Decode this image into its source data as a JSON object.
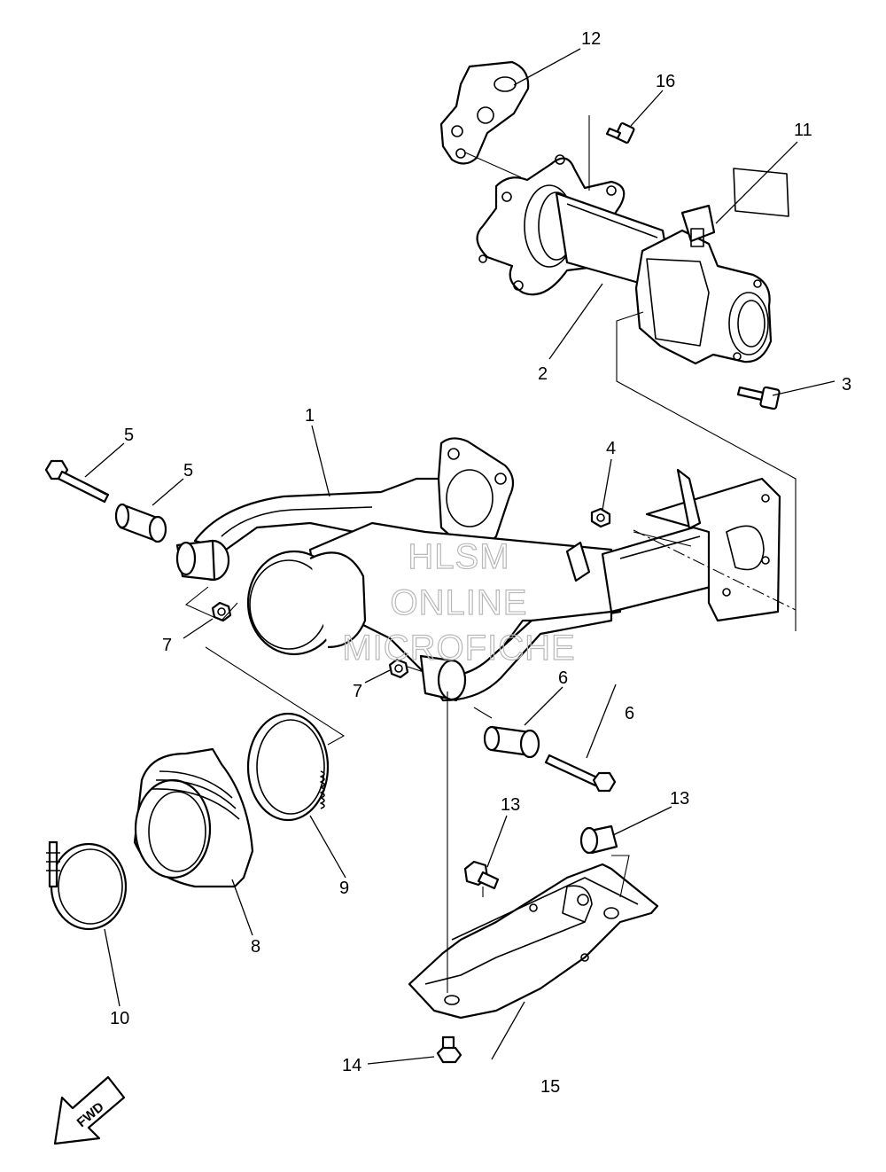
{
  "diagram": {
    "callouts": [
      {
        "id": "c1",
        "label": "1"
      },
      {
        "id": "c2",
        "label": "2"
      },
      {
        "id": "c3",
        "label": "3"
      },
      {
        "id": "c4",
        "label": "4"
      },
      {
        "id": "c5a",
        "label": "5"
      },
      {
        "id": "c5b",
        "label": "5"
      },
      {
        "id": "c6a",
        "label": "6"
      },
      {
        "id": "c6b",
        "label": "6"
      },
      {
        "id": "c7a",
        "label": "7"
      },
      {
        "id": "c7b",
        "label": "7"
      },
      {
        "id": "c8",
        "label": "8"
      },
      {
        "id": "c9",
        "label": "9"
      },
      {
        "id": "c10",
        "label": "10"
      },
      {
        "id": "c11",
        "label": "11"
      },
      {
        "id": "c12",
        "label": "12"
      },
      {
        "id": "c13a",
        "label": "13"
      },
      {
        "id": "c13b",
        "label": "13"
      },
      {
        "id": "c14",
        "label": "14"
      },
      {
        "id": "c15",
        "label": "15"
      },
      {
        "id": "c16",
        "label": "16"
      }
    ],
    "watermark": {
      "line1": "HLSM",
      "line2": "ONLINE",
      "line3": "MICROFICHE"
    },
    "direction_arrow": {
      "label": "FWD"
    }
  }
}
